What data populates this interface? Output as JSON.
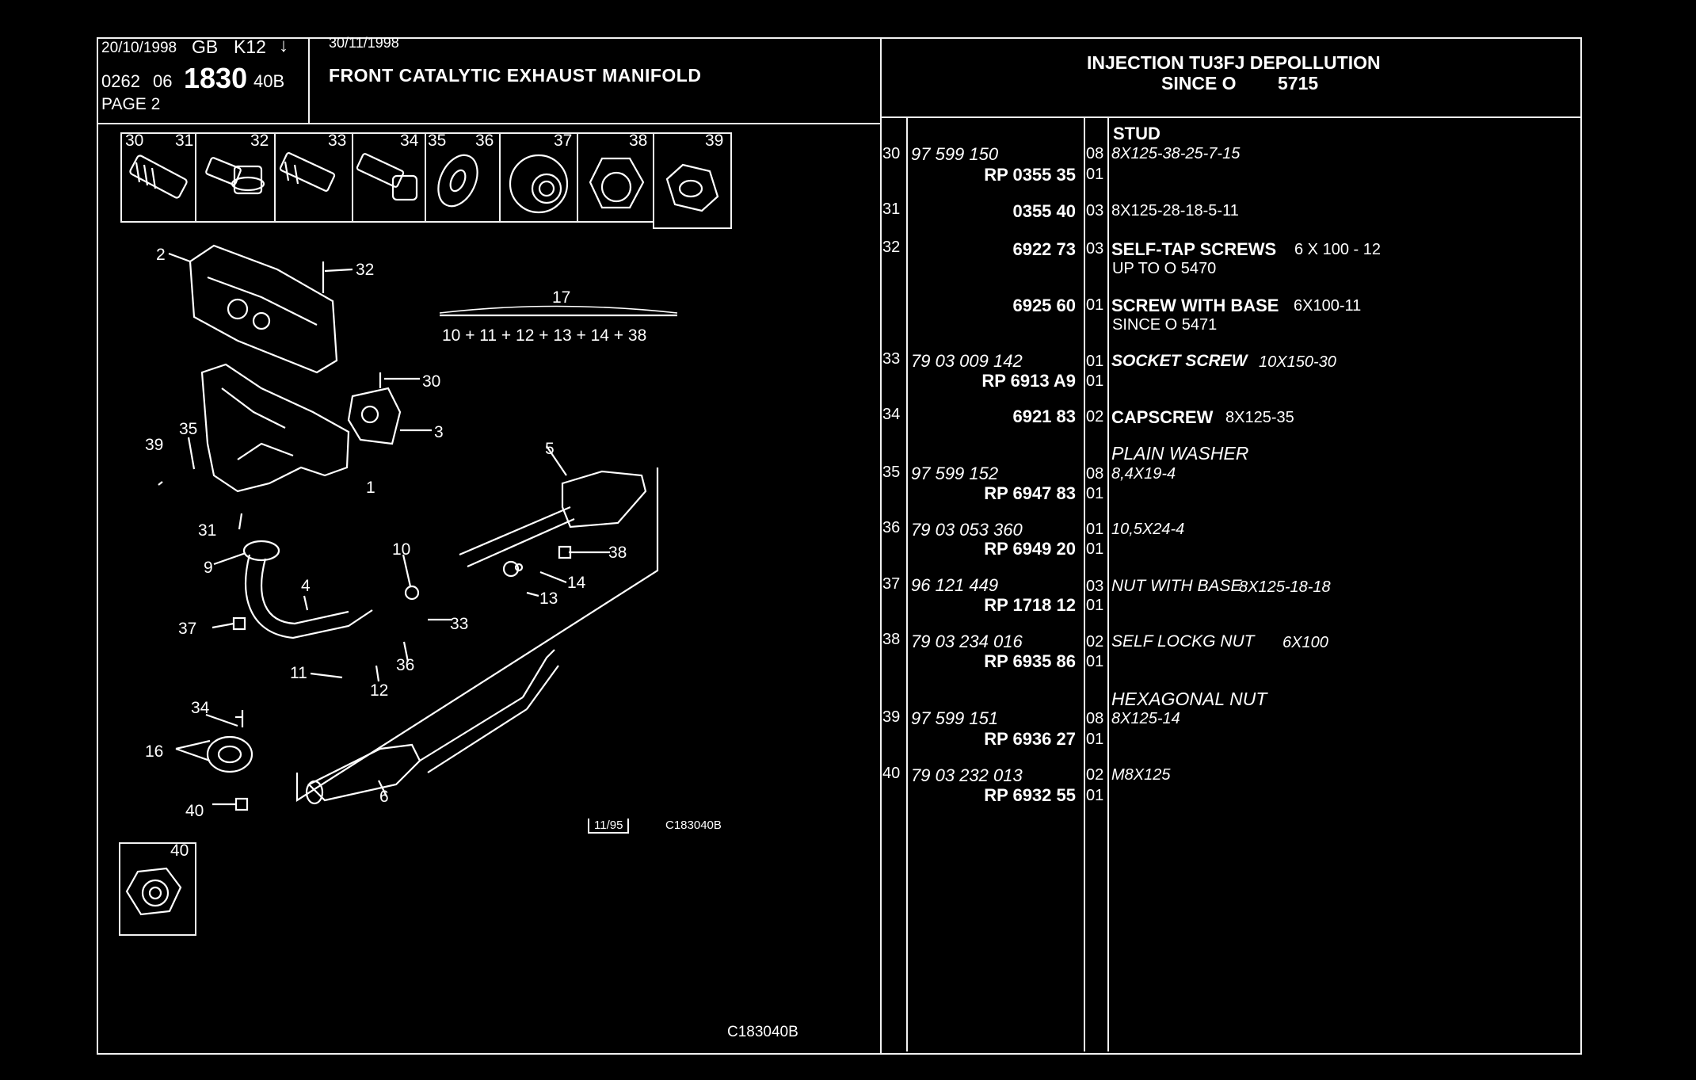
{
  "header": {
    "date_left": "20/10/1998",
    "region": "GB",
    "code": "K12",
    "arrow": "↓",
    "ref_small": "0262",
    "ref_group": "06",
    "ref_big": "1830",
    "ref_suffix": "40B",
    "page": "PAGE 2",
    "date_right": "30/11/1998",
    "title": "FRONT CATALYTIC EXHAUST MANIFOLD",
    "right_title_line1": "INJECTION TU3FJ DEPOLLUTION",
    "right_title_line2": "SINCE O",
    "right_title_num": "5715"
  },
  "thumbnails": {
    "labels": [
      "30",
      "31",
      "32",
      "33",
      "34",
      "35",
      "36",
      "37",
      "38",
      "39"
    ],
    "extra_label": "40"
  },
  "diagram": {
    "callouts": [
      "2",
      "32",
      "17",
      "10 + 11 + 12 + 13 + 14 + 38",
      "30",
      "3",
      "39",
      "35",
      "1",
      "5",
      "31",
      "9",
      "10",
      "38",
      "4",
      "14",
      "13",
      "37",
      "33",
      "36",
      "11",
      "12",
      "34",
      "16",
      "6",
      "40"
    ],
    "stamp_date": "11/95",
    "stamp_code": "C183040B",
    "footer_code": "C183040B"
  },
  "parts": [
    {
      "idx": "30",
      "ref": "97 599 150",
      "rp": "RP  0355 35",
      "qty1": "08",
      "qty2": "01",
      "desc": "8X125-38-25-7-15",
      "desc_title": "STUD"
    },
    {
      "idx": "31",
      "ref": "",
      "rp": "0355 40",
      "qty1": "03",
      "qty2": "",
      "desc": "8X125-28-18-5-11",
      "desc_title": ""
    },
    {
      "idx": "32",
      "ref": "",
      "rp": "6922 73",
      "qty1": "03",
      "qty2": "",
      "desc_title": "SELF-TAP SCREWS",
      "desc": "6 X 100 - 12",
      "desc2": "UP TO O  5470"
    },
    {
      "idx": "",
      "ref": "",
      "rp": "6925 60",
      "qty1": "01",
      "qty2": "",
      "desc_title": "SCREW WITH BASE",
      "desc": "6X100-11",
      "desc2": "SINCE O  5471"
    },
    {
      "idx": "33",
      "ref": "79 03 009 142",
      "rp": "RP  6913 A9",
      "qty1": "01",
      "qty2": "01",
      "desc_title": "SOCKET SCREW",
      "desc": "10X150-30"
    },
    {
      "idx": "34",
      "ref": "",
      "rp": "6921 83",
      "qty1": "02",
      "qty2": "",
      "desc_title": "CAPSCREW",
      "desc": "8X125-35"
    },
    {
      "idx": "35",
      "ref": "97 599 152",
      "rp": "RP  6947 83",
      "qty1": "08",
      "qty2": "01",
      "desc_title": "PLAIN WASHER",
      "desc": "8,4X19-4"
    },
    {
      "idx": "36",
      "ref": "79 03 053 360",
      "rp": "RP  6949 20",
      "qty1": "01",
      "qty2": "01",
      "desc": "10,5X24-4"
    },
    {
      "idx": "37",
      "ref": "96 121 449",
      "rp": "RP  1718 12",
      "qty1": "03",
      "qty2": "01",
      "desc_title": "NUT WITH BASE",
      "desc": "8X125-18-18"
    },
    {
      "idx": "38",
      "ref": "79 03 234 016",
      "rp": "RP  6935 86",
      "qty1": "02",
      "qty2": "01",
      "desc_title": "SELF LOCKG NUT",
      "desc": "6X100"
    },
    {
      "idx": "39",
      "ref": "97 599 151",
      "rp": "RP  6936 27",
      "qty1": "08",
      "qty2": "01",
      "desc_title": "HEXAGONAL NUT",
      "desc": "8X125-14"
    },
    {
      "idx": "40",
      "ref": "79 03 232 013",
      "rp": "RP  6932 55",
      "qty1": "02",
      "qty2": "01",
      "desc": "M8X125"
    }
  ]
}
